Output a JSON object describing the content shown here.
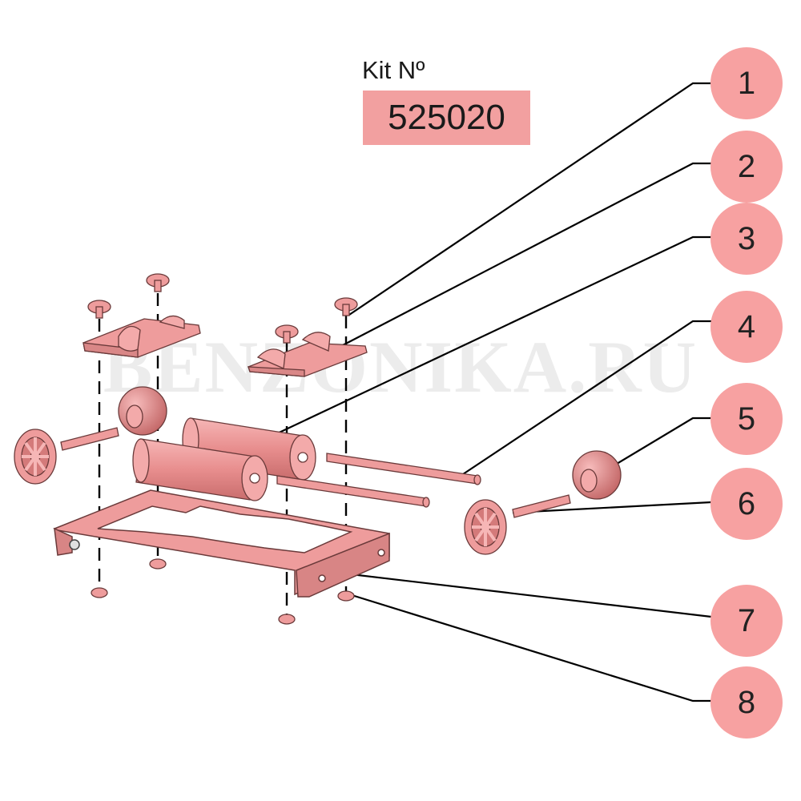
{
  "kit": {
    "label": "Kit Nº",
    "number": "525020"
  },
  "watermark": "BENZONIKA.RU",
  "colors": {
    "part_fill": "#ee9c9c",
    "part_edge": "#6a3a3a",
    "callout_fill": "#f7a1a1",
    "kit_fill": "#f2a0a0",
    "leader": "#000000"
  },
  "callouts": [
    {
      "n": "1"
    },
    {
      "n": "2"
    },
    {
      "n": "3"
    },
    {
      "n": "4"
    },
    {
      "n": "5"
    },
    {
      "n": "6"
    },
    {
      "n": "7"
    },
    {
      "n": "8"
    }
  ]
}
